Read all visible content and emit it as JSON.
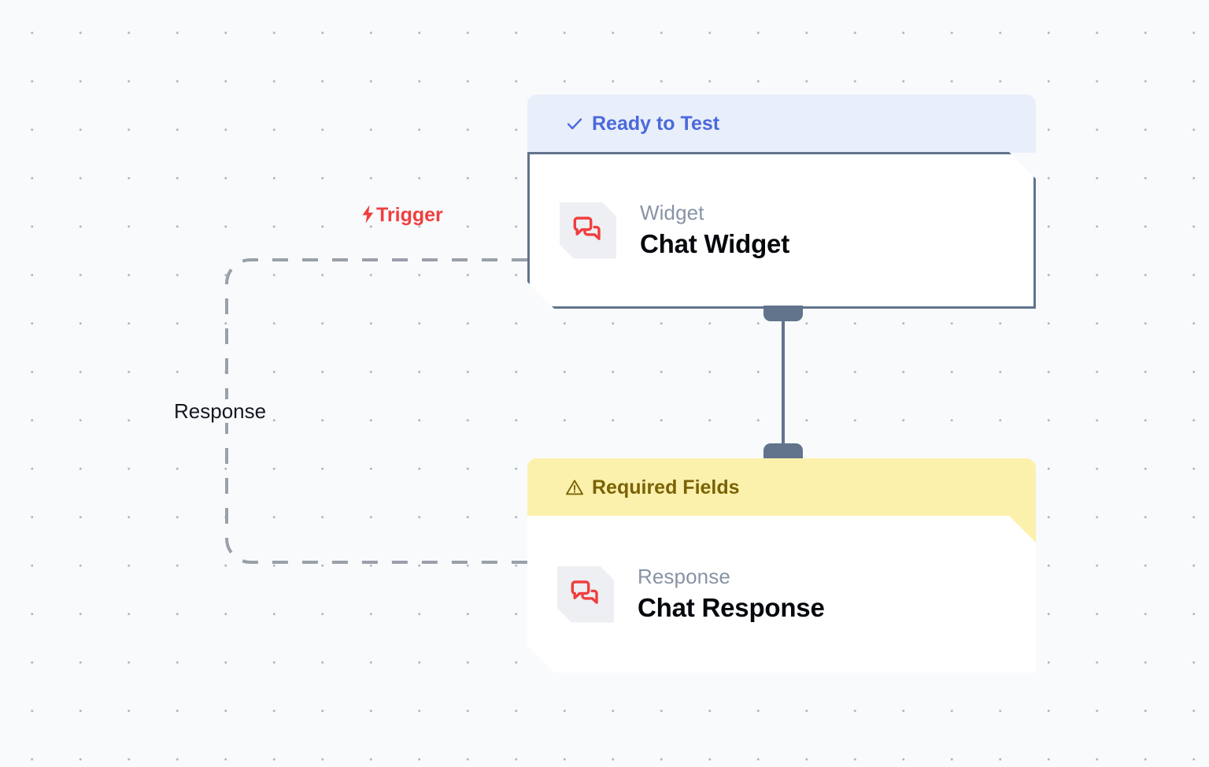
{
  "canvas": {
    "background_color": "#f8fafc",
    "dot_color": "#b0b5c0",
    "dot_spacing": 61.5
  },
  "edges": [
    {
      "id": "trigger-edge",
      "label": "Trigger",
      "icon": "lightning-bolt-icon",
      "icon_glyph": "⚡",
      "color": "#f03e3e",
      "style": "dashed",
      "from": "chat-response-node",
      "to": "chat-widget-node"
    },
    {
      "id": "response-edge",
      "label": "Response",
      "color": "#14181f",
      "style": "dashed",
      "from": "chat-widget-node",
      "to": "chat-response-node"
    },
    {
      "id": "widget-to-response-edge",
      "label": "",
      "color": "#61748c",
      "style": "solid",
      "from": "chat-widget-node",
      "to": "chat-response-node"
    }
  ],
  "nodes": [
    {
      "id": "chat-widget-node",
      "header": {
        "label": "Ready to Test",
        "icon": "check-icon",
        "icon_glyph": "✓",
        "text_color": "#4a69db",
        "background_color": "#e9eefb"
      },
      "kind": "Widget",
      "title": "Chat Widget",
      "icon": "chat-bubbles-icon",
      "icon_color": "#f03e3e",
      "border_color": "#61748c"
    },
    {
      "id": "chat-response-node",
      "header": {
        "label": "Required Fields",
        "icon": "warning-triangle-icon",
        "icon_glyph": "⚠",
        "text_color": "#7a6305",
        "background_color": "#fcf0ad"
      },
      "kind": "Response",
      "title": "Chat Response",
      "icon": "chat-bubbles-icon",
      "icon_color": "#f03e3e",
      "border_color": "none"
    }
  ]
}
